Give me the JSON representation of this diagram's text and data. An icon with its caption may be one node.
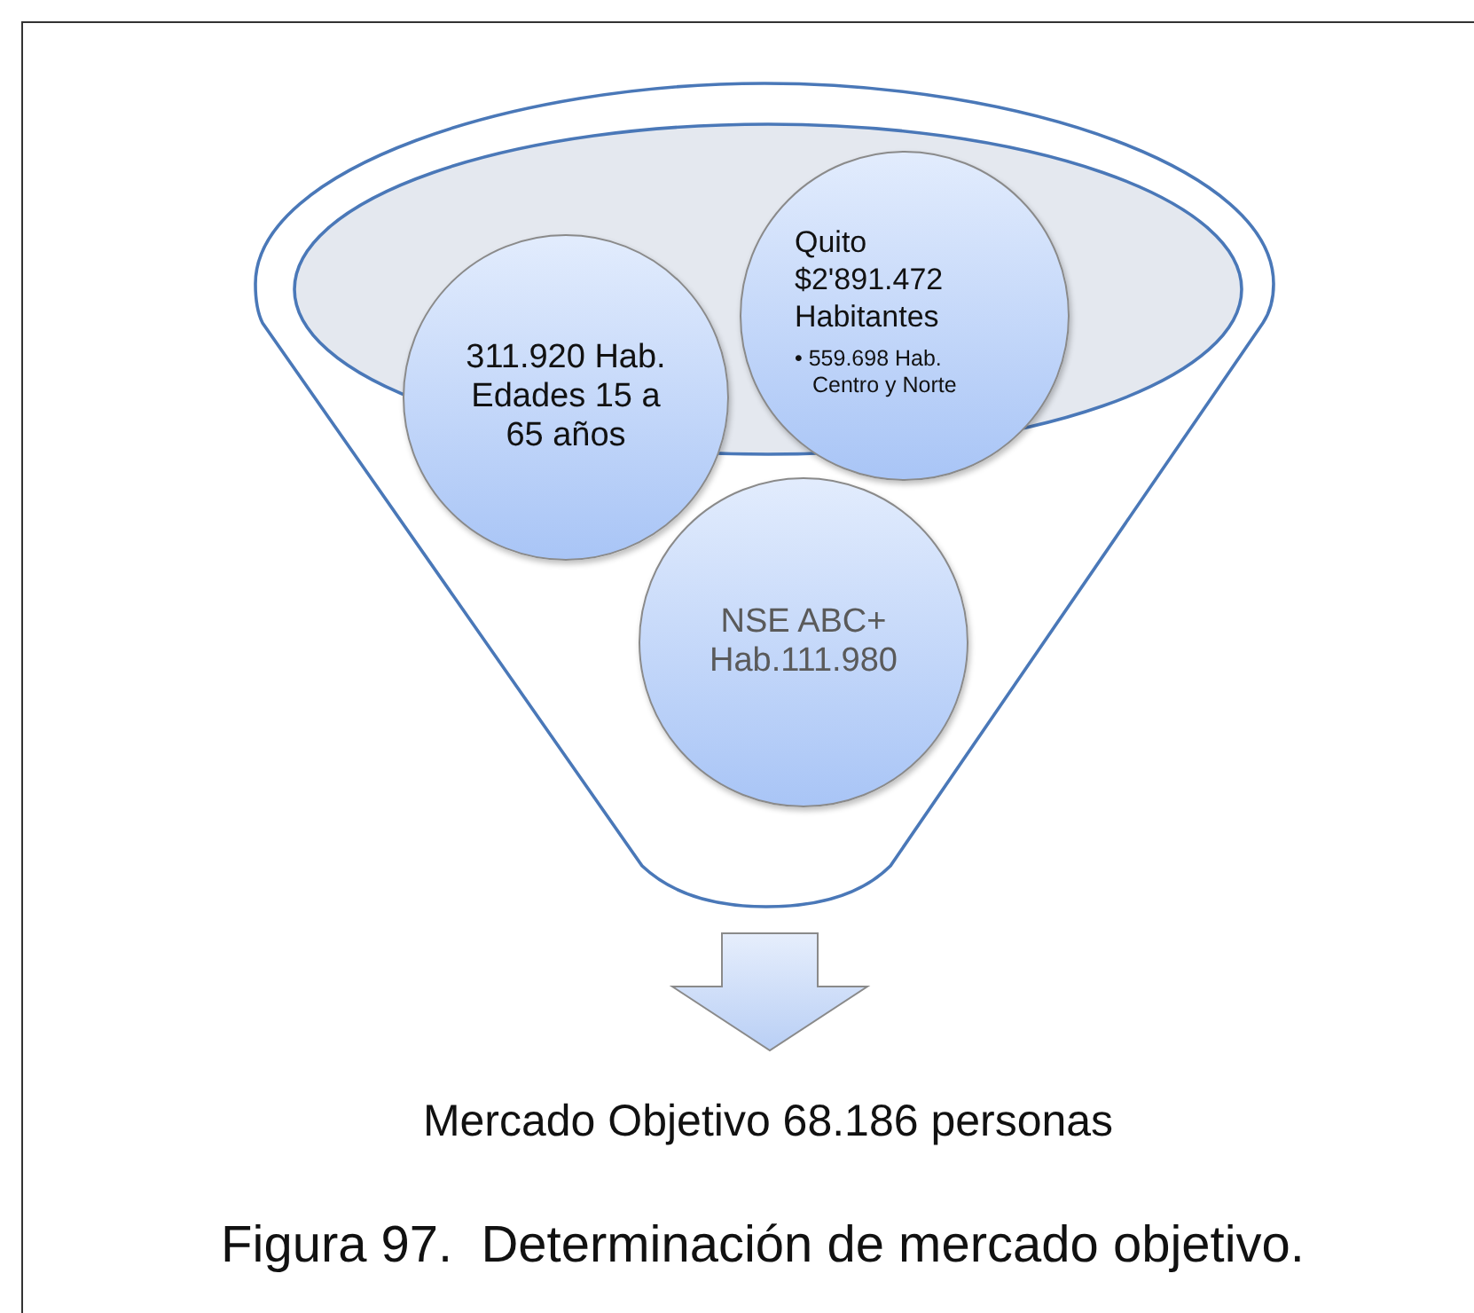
{
  "diagram": {
    "caption": "Figura 97.  Determinación de mercado objetivo.",
    "nodes": [
      {
        "text": [],
        "shape": "funnel"
      },
      {
        "text": [
          "311.920 Hab. Edades 15 a 65 años"
        ],
        "in": 0
      },
      {
        "text": [
          "Quito $2'891.472 Habitantes",
          "• 559.698 Hab. Centro y Norte"
        ],
        "in": 0
      },
      {
        "text": [
          "NSE ABC+ Hab.111.980"
        ],
        "in": 0
      },
      {
        "text": [
          "Mercado Objetivo 68.186 personas"
        ]
      }
    ],
    "edges": [
      {
        "from": 0,
        "to": 4,
        "arrow": "to"
      }
    ]
  }
}
